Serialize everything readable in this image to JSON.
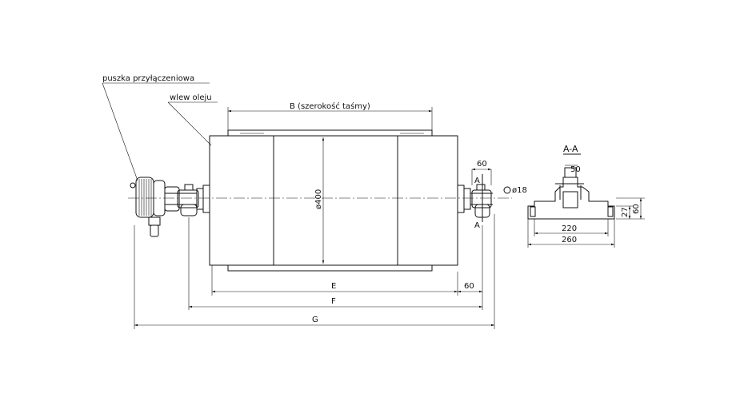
{
  "labels": {
    "hub_box": "puszka przyłączeniowa",
    "oil_inlet": "wlew oleju",
    "belt_width": "B (szerokość taśmy)",
    "diameter": "ø400",
    "dim_e": "E",
    "dim_f": "F",
    "dim_g": "G",
    "dim_60_bottom": "60",
    "dim_60_top": "60",
    "dim_18": "ø18",
    "section_mark_top": "A",
    "section_mark_bottom": "A",
    "section_title": "A-A",
    "dim_50": "50",
    "dim_27": "27",
    "dim_60_side": "60",
    "dim_220": "220",
    "dim_260": "260"
  }
}
